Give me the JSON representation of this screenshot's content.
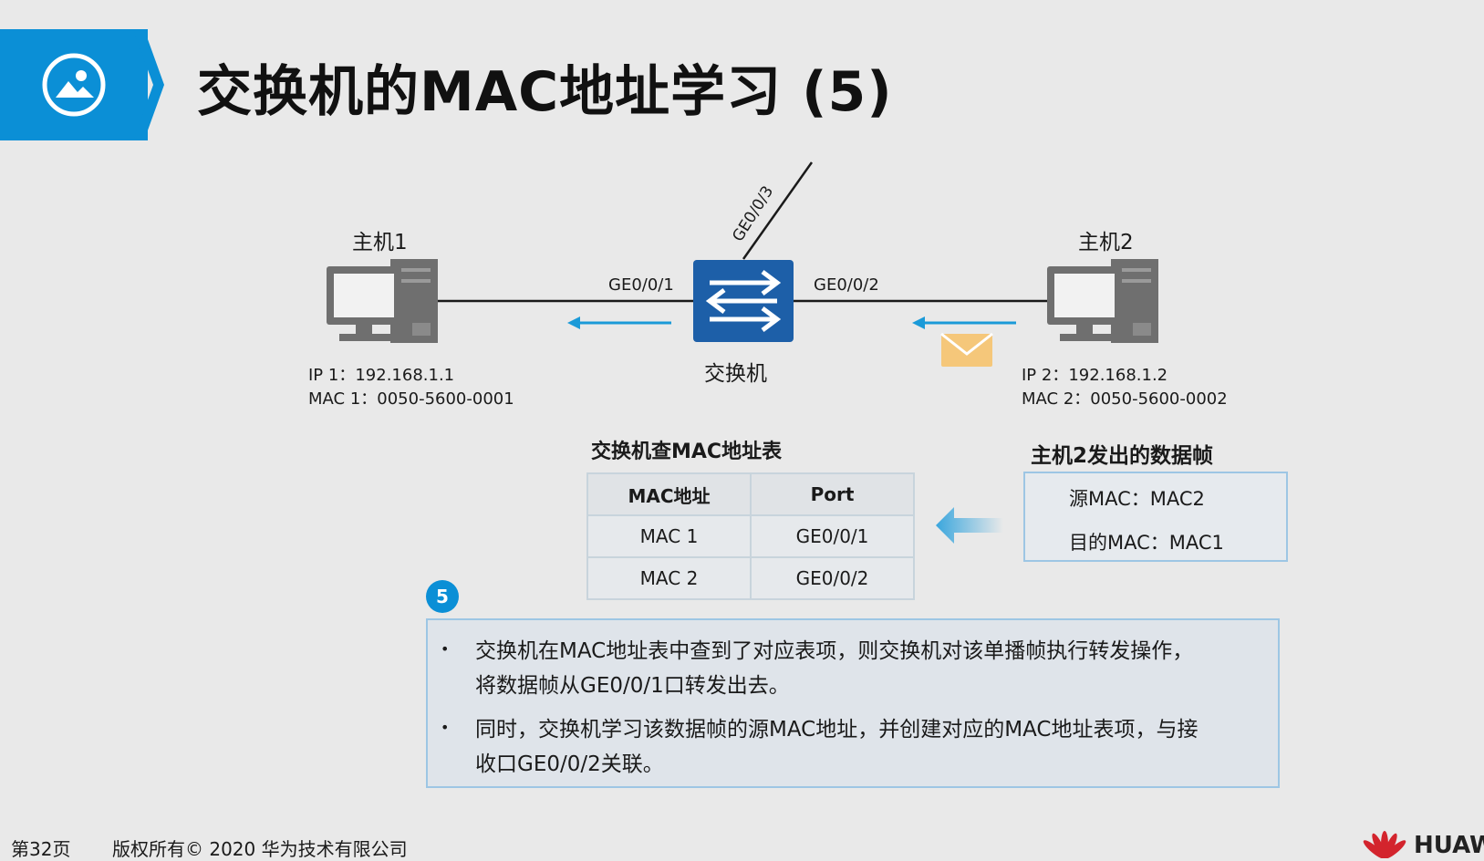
{
  "slide": {
    "title": "交换机的MAC地址学习 (5)"
  },
  "diagram": {
    "host1": {
      "name": "主机1",
      "ip_line": "IP 1：192.168.1.1",
      "mac_line": "MAC 1：0050-5600-0001"
    },
    "host2": {
      "name": "主机2",
      "ip_line": "IP 2：192.168.1.2",
      "mac_line": "MAC 2：0050-5600-0002"
    },
    "switch": {
      "name": "交换机",
      "port1": "GE0/0/1",
      "port2": "GE0/0/2",
      "port3": "GE0/0/3"
    }
  },
  "mac_table": {
    "title": "交换机查MAC地址表",
    "headers": [
      "MAC地址",
      "Port"
    ],
    "rows": [
      [
        "MAC 1",
        "GE0/0/1"
      ],
      [
        "MAC 2",
        "GE0/0/2"
      ]
    ]
  },
  "frame": {
    "title": "主机2发出的数据帧",
    "src": "源MAC：MAC2",
    "dst": "目的MAC：MAC1"
  },
  "step": {
    "number": "5",
    "bullets": [
      [
        "交换机在MAC地址表中查到了对应表项，则交换机对该单播帧执行转发操作，",
        "将数据帧从GE0/0/1口转发出去。"
      ],
      [
        "同时，交换机学习该数据帧的源MAC地址，并创建对应的MAC地址表项，与接",
        "收口GE0/0/2关联。"
      ]
    ],
    "bullet_glyph": "•"
  },
  "footer": {
    "page": "第32页",
    "copyright": "版权所有© 2020 华为技术有限公司",
    "brand": "HUAW"
  },
  "colors": {
    "accent": "#0b8fd6",
    "arrow": "#1b9ad8",
    "switch": "#1d5fa8",
    "envelope": "#f5c77a"
  },
  "icons": [
    "image-icon",
    "computer-icon",
    "switch-icon",
    "envelope-icon",
    "huawei-logo-icon"
  ]
}
